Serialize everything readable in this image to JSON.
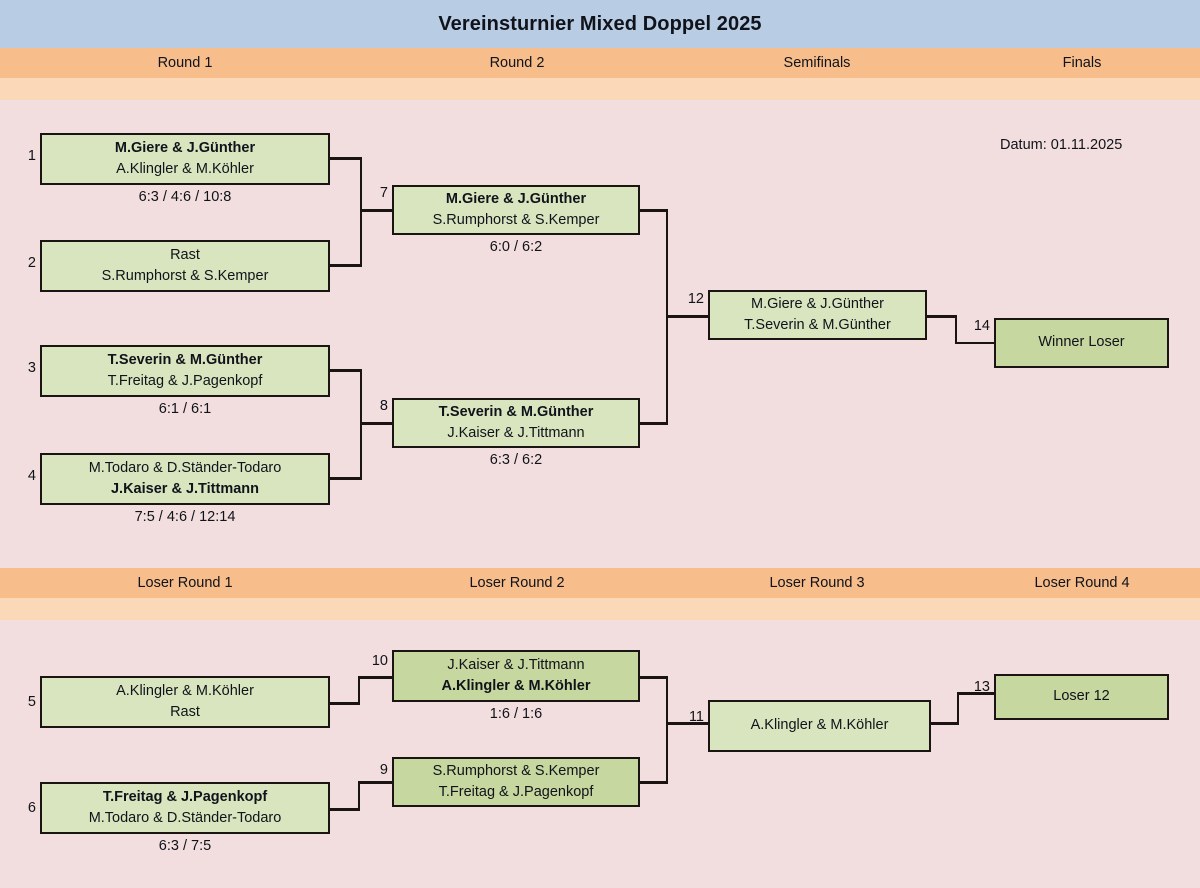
{
  "title": "Vereinsturnier Mixed Doppel 2025",
  "date_label": "Datum: 01.11.2025",
  "winner_bracket": {
    "round_labels": [
      "Round 1",
      "Round 2",
      "Semifinals",
      "Finals"
    ],
    "matches": [
      {
        "number": "1",
        "line1": "M.Giere & J.Günther",
        "line2": "A.Klingler & M.Köhler",
        "winner": "line1",
        "score": "6:3 / 4:6 / 10:8"
      },
      {
        "number": "2",
        "line1": "Rast",
        "line2": "S.Rumphorst & S.Kemper",
        "winner": "none",
        "score": ""
      },
      {
        "number": "3",
        "line1": "T.Severin & M.Günther",
        "line2": "T.Freitag & J.Pagenkopf",
        "winner": "line1",
        "score": "6:1 / 6:1"
      },
      {
        "number": "4",
        "line1": "M.Todaro & D.Ständer-Todaro",
        "line2": "J.Kaiser & J.Tittmann",
        "winner": "line2",
        "score": "7:5 / 4:6 / 12:14"
      },
      {
        "number": "7",
        "line1": "M.Giere & J.Günther",
        "line2": "S.Rumphorst & S.Kemper",
        "winner": "line1",
        "score": "6:0 / 6:2"
      },
      {
        "number": "8",
        "line1": "T.Severin & M.Günther",
        "line2": "J.Kaiser & J.Tittmann",
        "winner": "line1",
        "score": "6:3 / 6:2"
      },
      {
        "number": "12",
        "line1": "M.Giere & J.Günther",
        "line2": "T.Severin & M.Günther",
        "winner": "none",
        "score": ""
      },
      {
        "number": "14",
        "line1": "Winner Loser",
        "line2": "",
        "winner": "none",
        "score": ""
      }
    ]
  },
  "loser_bracket": {
    "round_labels": [
      "Loser Round 1",
      "Loser Round 2",
      "Loser Round 3",
      "Loser Round 4"
    ],
    "matches": [
      {
        "number": "5",
        "line1": "A.Klingler & M.Köhler",
        "line2": "Rast",
        "winner": "none",
        "score": ""
      },
      {
        "number": "6",
        "line1": "T.Freitag & J.Pagenkopf",
        "line2": "M.Todaro & D.Ständer-Todaro",
        "winner": "line1",
        "score": "6:3 / 7:5"
      },
      {
        "number": "10",
        "line1": "J.Kaiser & J.Tittmann",
        "line2": "A.Klingler & M.Köhler",
        "winner": "line2",
        "score": "1:6 / 1:6"
      },
      {
        "number": "9",
        "line1": "S.Rumphorst & S.Kemper",
        "line2": "T.Freitag & J.Pagenkopf",
        "winner": "none",
        "score": ""
      },
      {
        "number": "11",
        "line1": "A.Klingler & M.Köhler",
        "line2": "",
        "winner": "none",
        "score": ""
      },
      {
        "number": "13",
        "line1": "Loser 12",
        "line2": "",
        "winner": "none",
        "score": ""
      }
    ]
  },
  "colors": {
    "page_background": "#f2dede",
    "title_banner": "#b8cce4",
    "round_banner": "#f7bd8a",
    "round_banner_pale": "#fbd9b8",
    "box_fill": "#d9e5bf",
    "box_fill_dark": "#c6d79f",
    "box_border": "#1a1413"
  }
}
